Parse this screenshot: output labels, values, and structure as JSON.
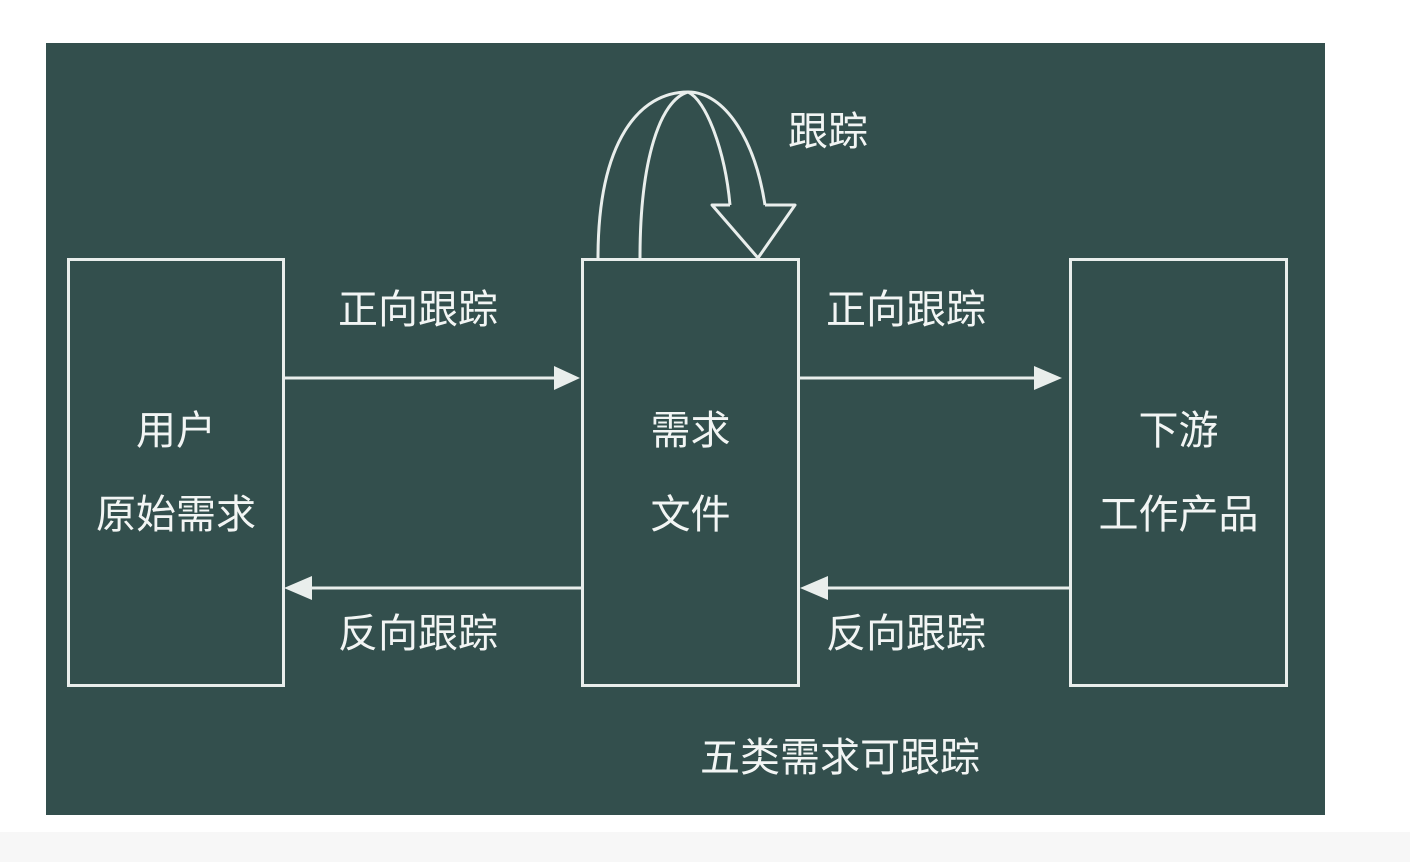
{
  "diagram": {
    "nodes": [
      {
        "id": "user",
        "lines": [
          "用户",
          "原始需求"
        ]
      },
      {
        "id": "req",
        "lines": [
          "需求",
          "文件"
        ]
      },
      {
        "id": "downstream",
        "lines": [
          "下游",
          "工作产品"
        ]
      }
    ],
    "labels": {
      "self_trace": "跟踪",
      "forward_1": "正向跟踪",
      "forward_2": "正向跟踪",
      "backward_1": "反向跟踪",
      "backward_2": "反向跟踪",
      "caption": "五类需求可跟踪"
    },
    "colors": {
      "background": "#334f4d",
      "stroke": "#e9eeec",
      "text": "#f2f5f4"
    }
  }
}
